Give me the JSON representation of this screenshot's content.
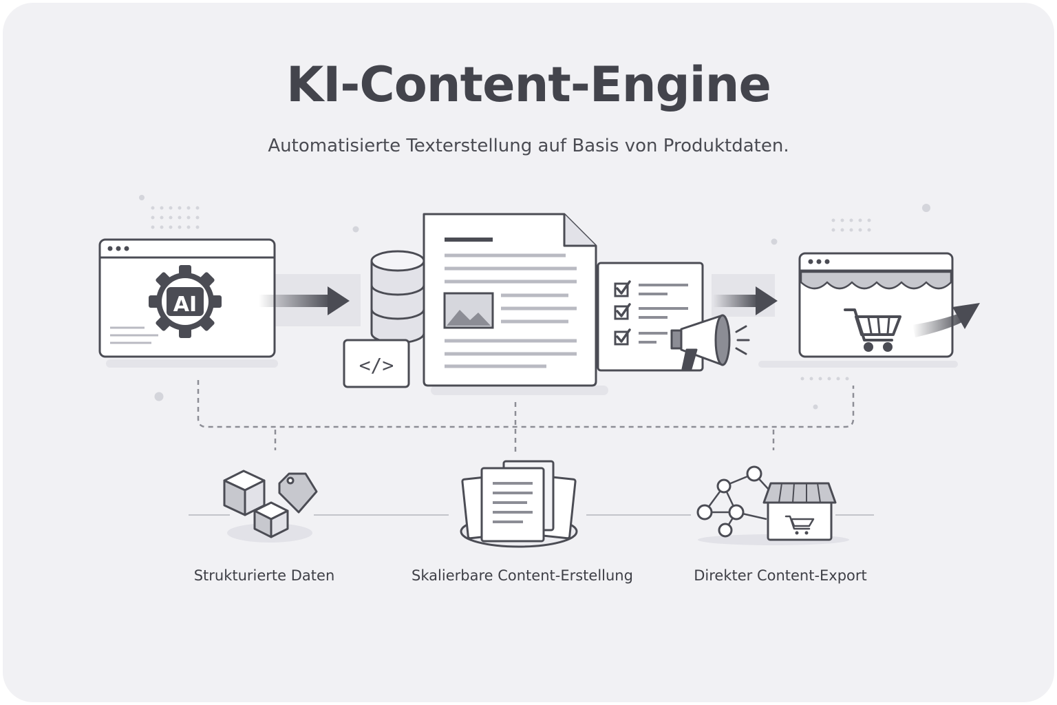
{
  "header": {
    "title": "KI-Content-Engine",
    "subtitle": "Automatisierte Texterstellung auf Basis von Produktdaten."
  },
  "icons": {
    "ai_badge": "AI",
    "code_tag": "</>"
  },
  "features": [
    {
      "label": "Strukturierte Daten",
      "icon": "boxes-and-tag-icon"
    },
    {
      "label": "Skalierbare Content-Erstellung",
      "icon": "document-stack-icon"
    },
    {
      "label": "Direkter Content-Export",
      "icon": "network-storefront-icon"
    }
  ],
  "colors": {
    "background": "#f1f1f4",
    "stroke": "#4b4c54",
    "muted": "#b9bac2",
    "text": "#43444c"
  }
}
